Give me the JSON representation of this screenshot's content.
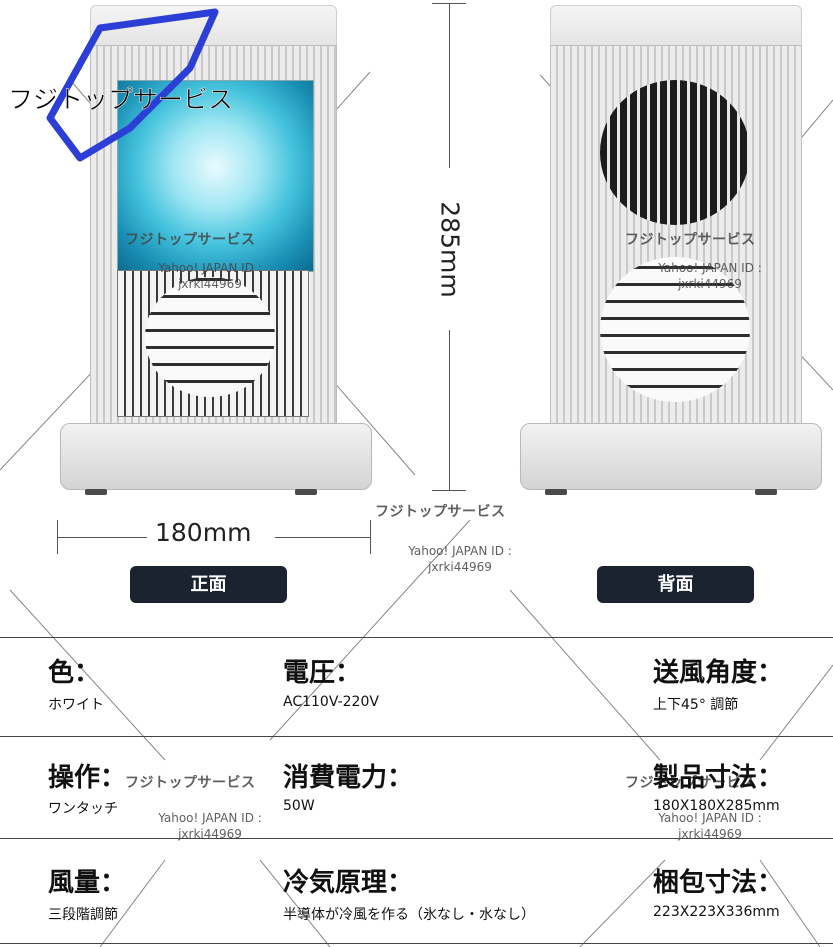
{
  "logo": {
    "text": "フジトップサービス"
  },
  "watermark": {
    "brand": "フジトップサービス",
    "id_line1": "Yahoo! JAPAN ID :",
    "id_line2": "jxrki44969"
  },
  "dimensions": {
    "height": "285mm",
    "width": "180mm"
  },
  "views": {
    "front": "正面",
    "back": "背面"
  },
  "specs": [
    {
      "label": "色：",
      "value": "ホワイト"
    },
    {
      "label": "電圧：",
      "value": "AC110V-220V"
    },
    {
      "label": "送風角度：",
      "value": "上下45° 調節"
    },
    {
      "label": "操作：",
      "value": "ワンタッチ"
    },
    {
      "label": "消費電力：",
      "value": "50W"
    },
    {
      "label": "製品寸法：",
      "value": "180X180X285mm"
    },
    {
      "label": "風量：",
      "value": "三段階調節"
    },
    {
      "label": "冷気原理：",
      "value": "半導体が冷風を作る（氷なし・水なし）"
    },
    {
      "label": "梱包寸法：",
      "value": "223X223X336mm"
    }
  ],
  "colors": {
    "pill_bg": "#1b2230",
    "logo_blue": "#2b3fd6"
  }
}
